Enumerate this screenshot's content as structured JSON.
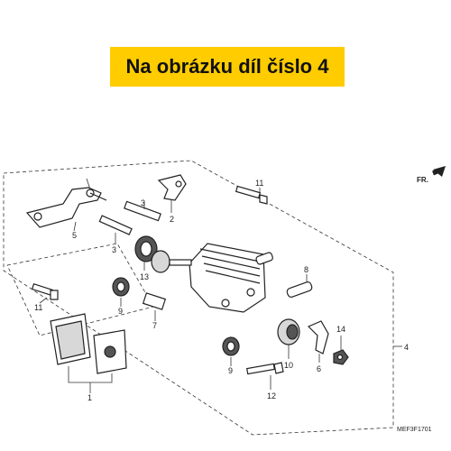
{
  "banner": {
    "text": "Na obrázku díl číslo 4",
    "background": "#ffcc00"
  },
  "orientation": {
    "label": "FR."
  },
  "diagram_code": "MEF3F1701",
  "parts": [
    {
      "id": "1"
    },
    {
      "id": "2"
    },
    {
      "id": "3a",
      "label": "3"
    },
    {
      "id": "3b",
      "label": "3"
    },
    {
      "id": "4"
    },
    {
      "id": "5"
    },
    {
      "id": "6"
    },
    {
      "id": "7"
    },
    {
      "id": "8"
    },
    {
      "id": "9a",
      "label": "9"
    },
    {
      "id": "9b",
      "label": "9"
    },
    {
      "id": "10"
    },
    {
      "id": "11a",
      "label": "11"
    },
    {
      "id": "11b",
      "label": "11"
    },
    {
      "id": "12"
    },
    {
      "id": "13"
    },
    {
      "id": "14"
    }
  ],
  "colors": {
    "line": "#222222",
    "fill": "#ffffff",
    "shade": "#d8d8d8",
    "dark": "#555555"
  }
}
